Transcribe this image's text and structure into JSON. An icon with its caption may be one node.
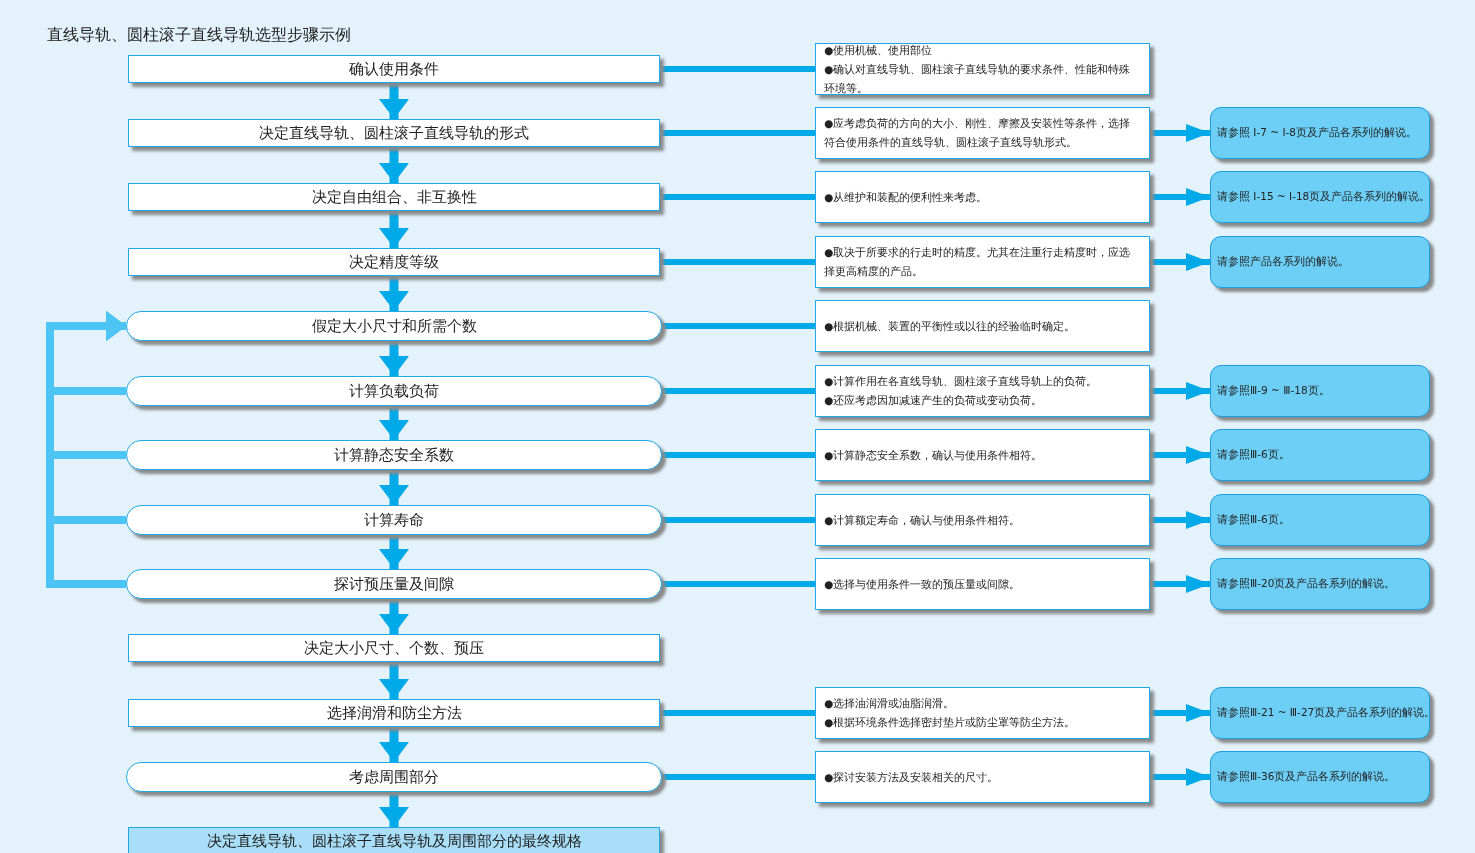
{
  "diagram": {
    "title": "直线导轨、圆柱滚子直线导轨选型步骤示例",
    "nodes": [
      {
        "text": [
          "确认使用条件"
        ]
      },
      {
        "text": [
          "●使用机械、使用部位",
          "●确认对直线导轨、圆柱滚子直线导轨的要求条件、性能和特殊环境等。"
        ]
      },
      {
        "text": [
          "决定直线导轨、圆柱滚子直线导轨的形式"
        ]
      },
      {
        "text": [
          "●应考虑负荷的方向的大小、刚性、摩擦及安装性等条件，选择符合使用条件的直线导轨、圆柱滚子直线导轨形式。"
        ]
      },
      {
        "text": [
          "请参照 Ⅰ-7 ~ Ⅰ-8页及产品各系列的解说。"
        ]
      },
      {
        "text": [
          "决定自由组合、非互换性"
        ]
      },
      {
        "text": [
          "●从维护和装配的便利性来考虑。"
        ]
      },
      {
        "text": [
          "请参照 Ⅰ-15 ~ Ⅰ-18页及产品各系列的解说。"
        ]
      },
      {
        "text": [
          "决定精度等级"
        ]
      },
      {
        "text": [
          "●取决于所要求的行走时的精度。尤其在注重行走精度时，应选择更高精度的产品。"
        ]
      },
      {
        "text": [
          "请参照产品各系列的解说。"
        ]
      },
      {
        "text": [
          "假定大小尺寸和所需个数"
        ]
      },
      {
        "text": [
          "●根据机械、装置的平衡性或以往的经验临时确定。"
        ]
      },
      {
        "text": [
          "计算负载负荷"
        ]
      },
      {
        "text": [
          "●计算作用在各直线导轨、圆柱滚子直线导轨上的负荷。",
          "●还应考虑因加减速产生的负荷或变动负荷。"
        ]
      },
      {
        "text": [
          "请参照Ⅲ-9 ~ Ⅲ-18页。"
        ]
      },
      {
        "text": [
          "计算静态安全系数"
        ]
      },
      {
        "text": [
          "●计算静态安全系数，确认与使用条件相符。"
        ]
      },
      {
        "text": [
          "请参照Ⅲ-6页。"
        ]
      },
      {
        "text": [
          "计算寿命"
        ]
      },
      {
        "text": [
          "●计算额定寿命，确认与使用条件相符。"
        ]
      },
      {
        "text": [
          "请参照Ⅲ-6页。"
        ]
      },
      {
        "text": [
          "探讨预压量及间隙"
        ]
      },
      {
        "text": [
          "●选择与使用条件一致的预压量或间隙。"
        ]
      },
      {
        "text": [
          "请参照Ⅲ-20页及产品各系列的解说。"
        ]
      },
      {
        "text": [
          "决定大小尺寸、个数、预压"
        ]
      },
      {
        "text": [
          "选择润滑和防尘方法"
        ]
      },
      {
        "text": [
          "●选择油润滑或油脂润滑。",
          "●根据环境条件选择密封垫片或防尘罩等防尘方法。"
        ]
      },
      {
        "text": [
          "请参照Ⅲ-21 ~ Ⅲ-27页及产品各系列的解说。"
        ]
      },
      {
        "text": [
          "考虑周围部分"
        ]
      },
      {
        "text": [
          "●探讨安装方法及安装相关的尺寸。"
        ]
      },
      {
        "text": [
          "请参照Ⅲ-36页及产品各系列的解说。"
        ]
      },
      {
        "text": [
          "决定直线导轨、圆柱滚子直线导轨及周围部分的最终规格"
        ]
      }
    ],
    "edges": [
      {
        "from": 0,
        "to": 2,
        "arrow": "to"
      },
      {
        "from": 2,
        "to": 5,
        "arrow": "to"
      },
      {
        "from": 5,
        "to": 8,
        "arrow": "to"
      },
      {
        "from": 8,
        "to": 11,
        "arrow": "to"
      },
      {
        "from": 11,
        "to": 13,
        "arrow": "to"
      },
      {
        "from": 13,
        "to": 16,
        "arrow": "to"
      },
      {
        "from": 16,
        "to": 19,
        "arrow": "to"
      },
      {
        "from": 19,
        "to": 22,
        "arrow": "to"
      },
      {
        "from": 22,
        "to": 25,
        "arrow": "to"
      },
      {
        "from": 25,
        "to": 26,
        "arrow": "to"
      },
      {
        "from": 26,
        "to": 29,
        "arrow": "to"
      },
      {
        "from": 29,
        "to": 32,
        "arrow": "to"
      },
      {
        "from": 0,
        "to": 1,
        "arrow": "none"
      },
      {
        "from": 2,
        "to": 3,
        "arrow": "none"
      },
      {
        "from": 5,
        "to": 6,
        "arrow": "none"
      },
      {
        "from": 8,
        "to": 9,
        "arrow": "none"
      },
      {
        "from": 11,
        "to": 12,
        "arrow": "none"
      },
      {
        "from": 13,
        "to": 14,
        "arrow": "none"
      },
      {
        "from": 16,
        "to": 17,
        "arrow": "none"
      },
      {
        "from": 19,
        "to": 20,
        "arrow": "none"
      },
      {
        "from": 22,
        "to": 23,
        "arrow": "none"
      },
      {
        "from": 26,
        "to": 27,
        "arrow": "none"
      },
      {
        "from": 29,
        "to": 30,
        "arrow": "none"
      },
      {
        "from": 3,
        "to": 4,
        "arrow": "to"
      },
      {
        "from": 6,
        "to": 7,
        "arrow": "to"
      },
      {
        "from": 9,
        "to": 10,
        "arrow": "to"
      },
      {
        "from": 14,
        "to": 15,
        "arrow": "to"
      },
      {
        "from": 17,
        "to": 18,
        "arrow": "to"
      },
      {
        "from": 20,
        "to": 21,
        "arrow": "to"
      },
      {
        "from": 23,
        "to": 24,
        "arrow": "to"
      },
      {
        "from": 27,
        "to": 28,
        "arrow": "to"
      },
      {
        "from": 30,
        "to": 31,
        "arrow": "to"
      },
      {
        "from": 13,
        "to": 11,
        "arrow": "to",
        "color": "#4cc4f4"
      },
      {
        "from": 16,
        "to": 11,
        "arrow": "to",
        "color": "#4cc4f4"
      },
      {
        "from": 19,
        "to": 11,
        "arrow": "to",
        "color": "#4cc4f4"
      },
      {
        "from": 22,
        "to": 11,
        "arrow": "to",
        "color": "#4cc4f4"
      }
    ]
  }
}
